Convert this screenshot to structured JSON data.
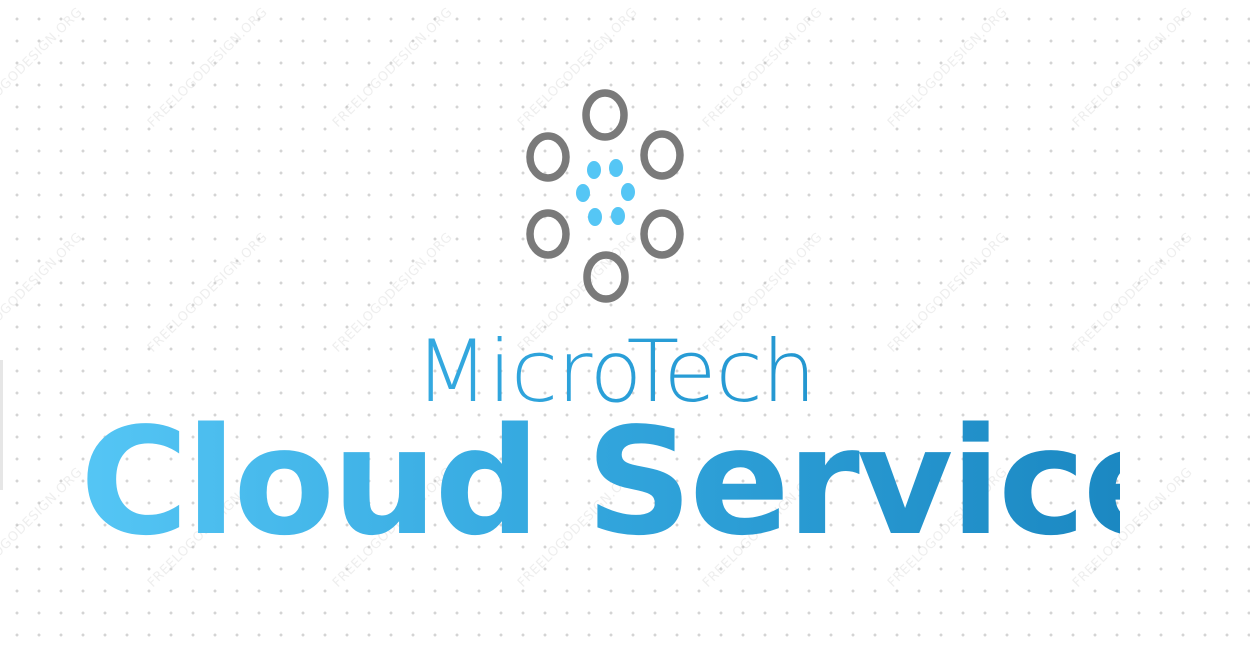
{
  "logo": {
    "company_name": "MicroTech",
    "service_name": "Cloud Services",
    "icon": "cloud-network-emblem-icon"
  },
  "watermark": {
    "text": "FREELOGODESIGN.ORG"
  },
  "colors": {
    "ring_gray": "#7a7a7a",
    "dot_blue": "#55c6f5",
    "text_blue_light": "#55c6f5",
    "text_blue_dark": "#1685bf",
    "background": "#ffffff",
    "grid_dot": "#d4d4d4"
  }
}
